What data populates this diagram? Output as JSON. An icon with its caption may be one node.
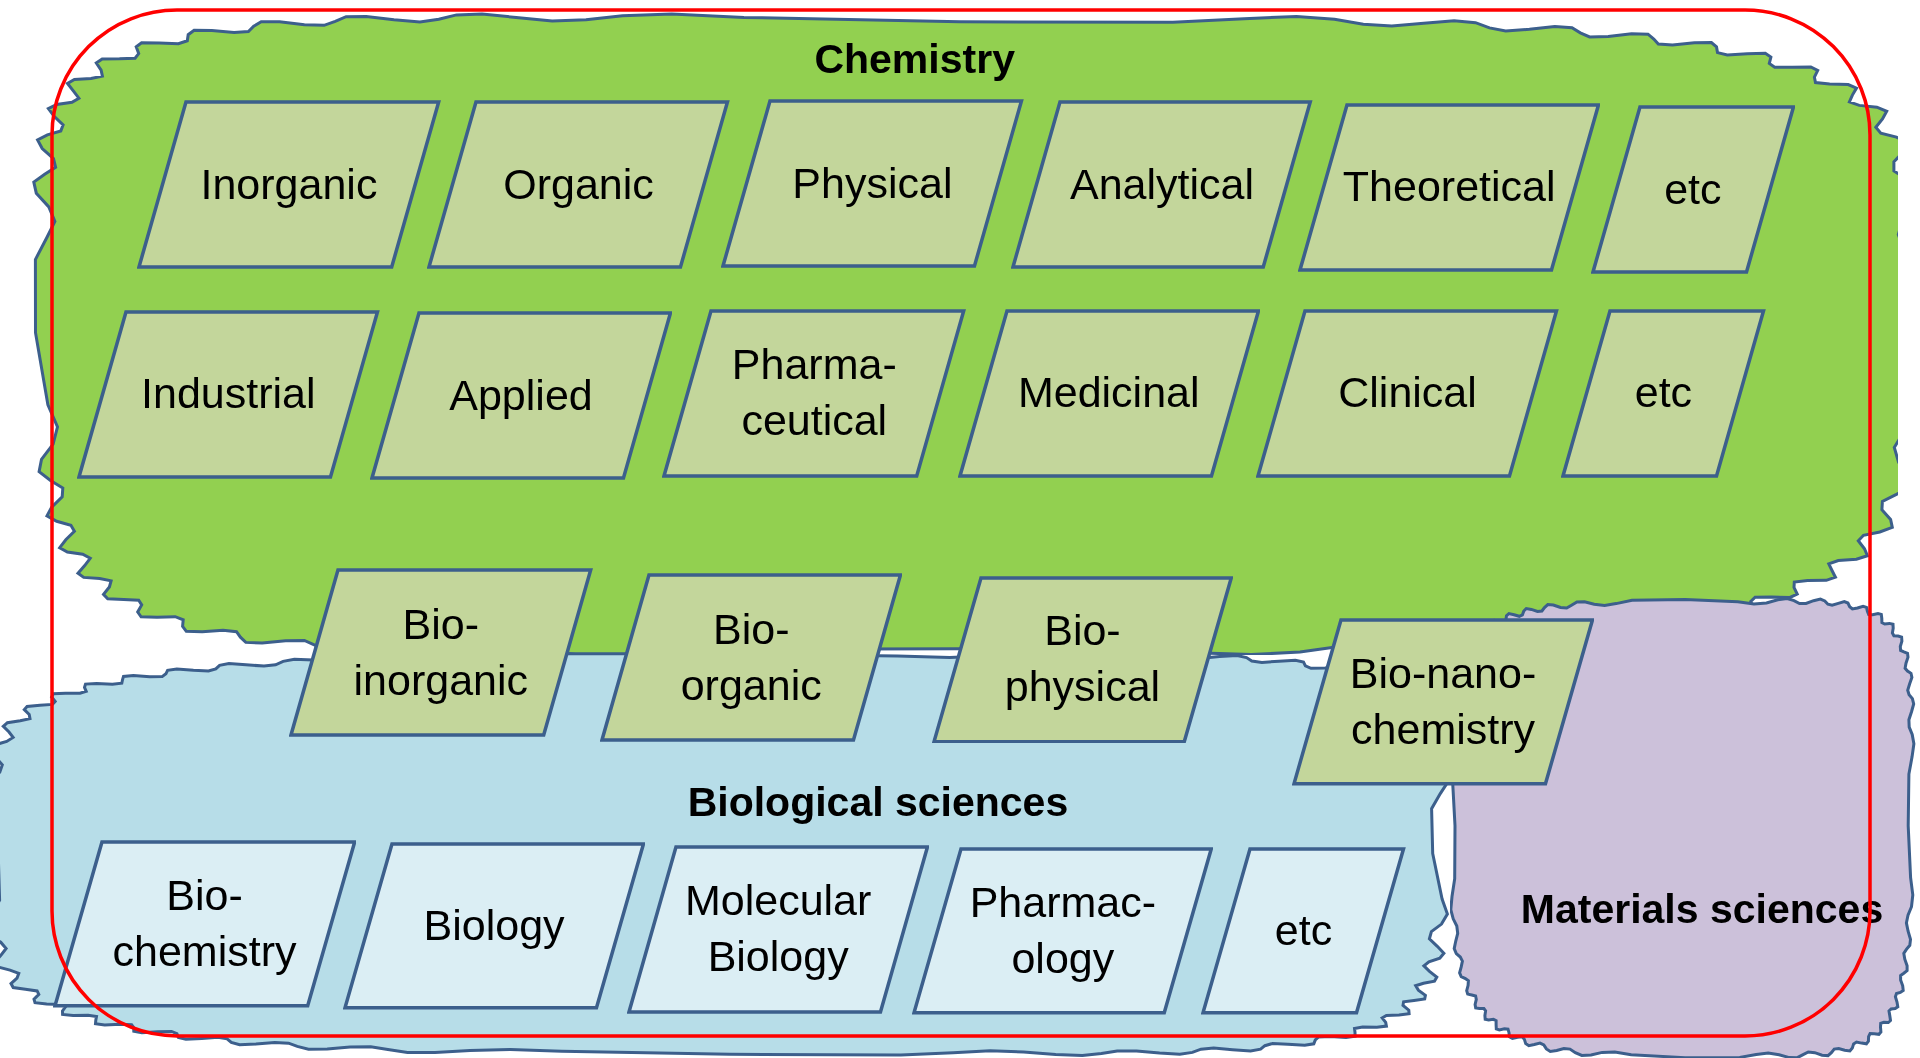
{
  "diagram": {
    "nodes": [
      {
        "text": [
          "Chemistry"
        ]
      },
      {
        "text": [
          "Inorganic"
        ],
        "in": 0
      },
      {
        "text": [
          "Organic"
        ],
        "in": 0
      },
      {
        "text": [
          "Physical"
        ],
        "in": 0
      },
      {
        "text": [
          "Analytical"
        ],
        "in": 0
      },
      {
        "text": [
          "Theoretical"
        ],
        "in": 0
      },
      {
        "text": [
          "etc"
        ],
        "in": 0
      },
      {
        "text": [
          "Industrial"
        ],
        "in": 0
      },
      {
        "text": [
          "Applied"
        ],
        "in": 0
      },
      {
        "text": [
          "Pharma- ceutical"
        ],
        "in": 0
      },
      {
        "text": [
          "Medicinal"
        ],
        "in": 0
      },
      {
        "text": [
          "Clinical"
        ],
        "in": 0
      },
      {
        "text": [
          "etc"
        ],
        "in": 0
      },
      {
        "text": [
          "Bio- inorganic"
        ]
      },
      {
        "text": [
          "Bio- organic"
        ]
      },
      {
        "text": [
          "Bio- physical"
        ]
      },
      {
        "text": [
          "Bio-nano- chemistry"
        ]
      },
      {
        "text": [
          "Biological sciences"
        ]
      },
      {
        "text": [
          "Bio- chemistry"
        ],
        "in": 17
      },
      {
        "text": [
          "Biology"
        ],
        "in": 17
      },
      {
        "text": [
          "Molecular Biology"
        ],
        "in": 17
      },
      {
        "text": [
          "Pharmac- ology"
        ],
        "in": 17
      },
      {
        "text": [
          "etc"
        ],
        "in": 17
      },
      {
        "text": [
          "Materials sciences"
        ]
      }
    ],
    "edges": []
  }
}
